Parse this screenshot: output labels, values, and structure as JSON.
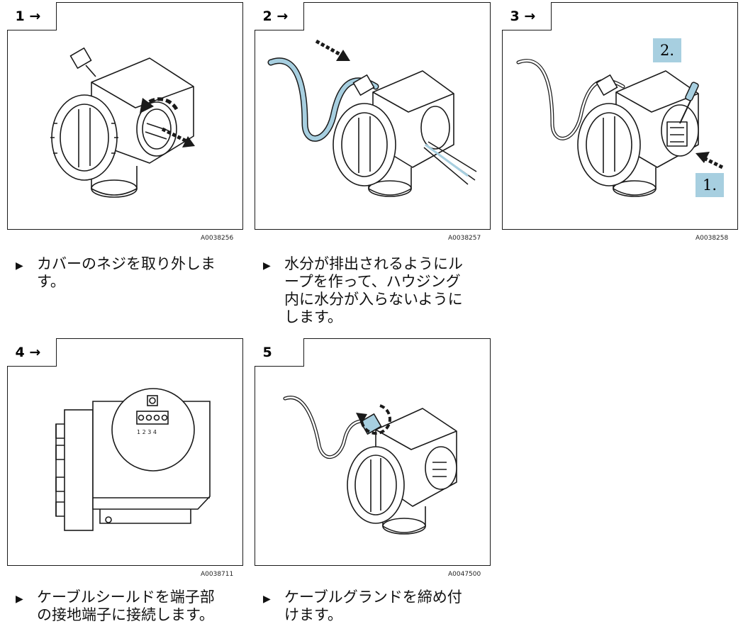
{
  "steps": [
    {
      "tab": "1 →",
      "figure_code": "A0038256",
      "instruction": "カバーのネジを取り外します。"
    },
    {
      "tab": "2 →",
      "figure_code": "A0038257",
      "instruction": "水分が排出されるようにループを作って、ハウジング内に水分が入らないようにします。"
    },
    {
      "tab": "3 →",
      "figure_code": "A0038258",
      "instruction": "",
      "callouts": [
        "2.",
        "1."
      ]
    },
    {
      "tab": "4 →",
      "figure_code": "A0038711",
      "instruction": "ケーブルシールドを端子部の接地端子に接続します。",
      "terminal_numbers": "1 2 3 4"
    },
    {
      "tab": "5",
      "figure_code": "A0047500",
      "instruction": "ケーブルグランドを締め付けます。"
    }
  ],
  "bullet": "▶",
  "colors": {
    "cable": "#a7cfe0",
    "line": "#1a1a1a"
  }
}
